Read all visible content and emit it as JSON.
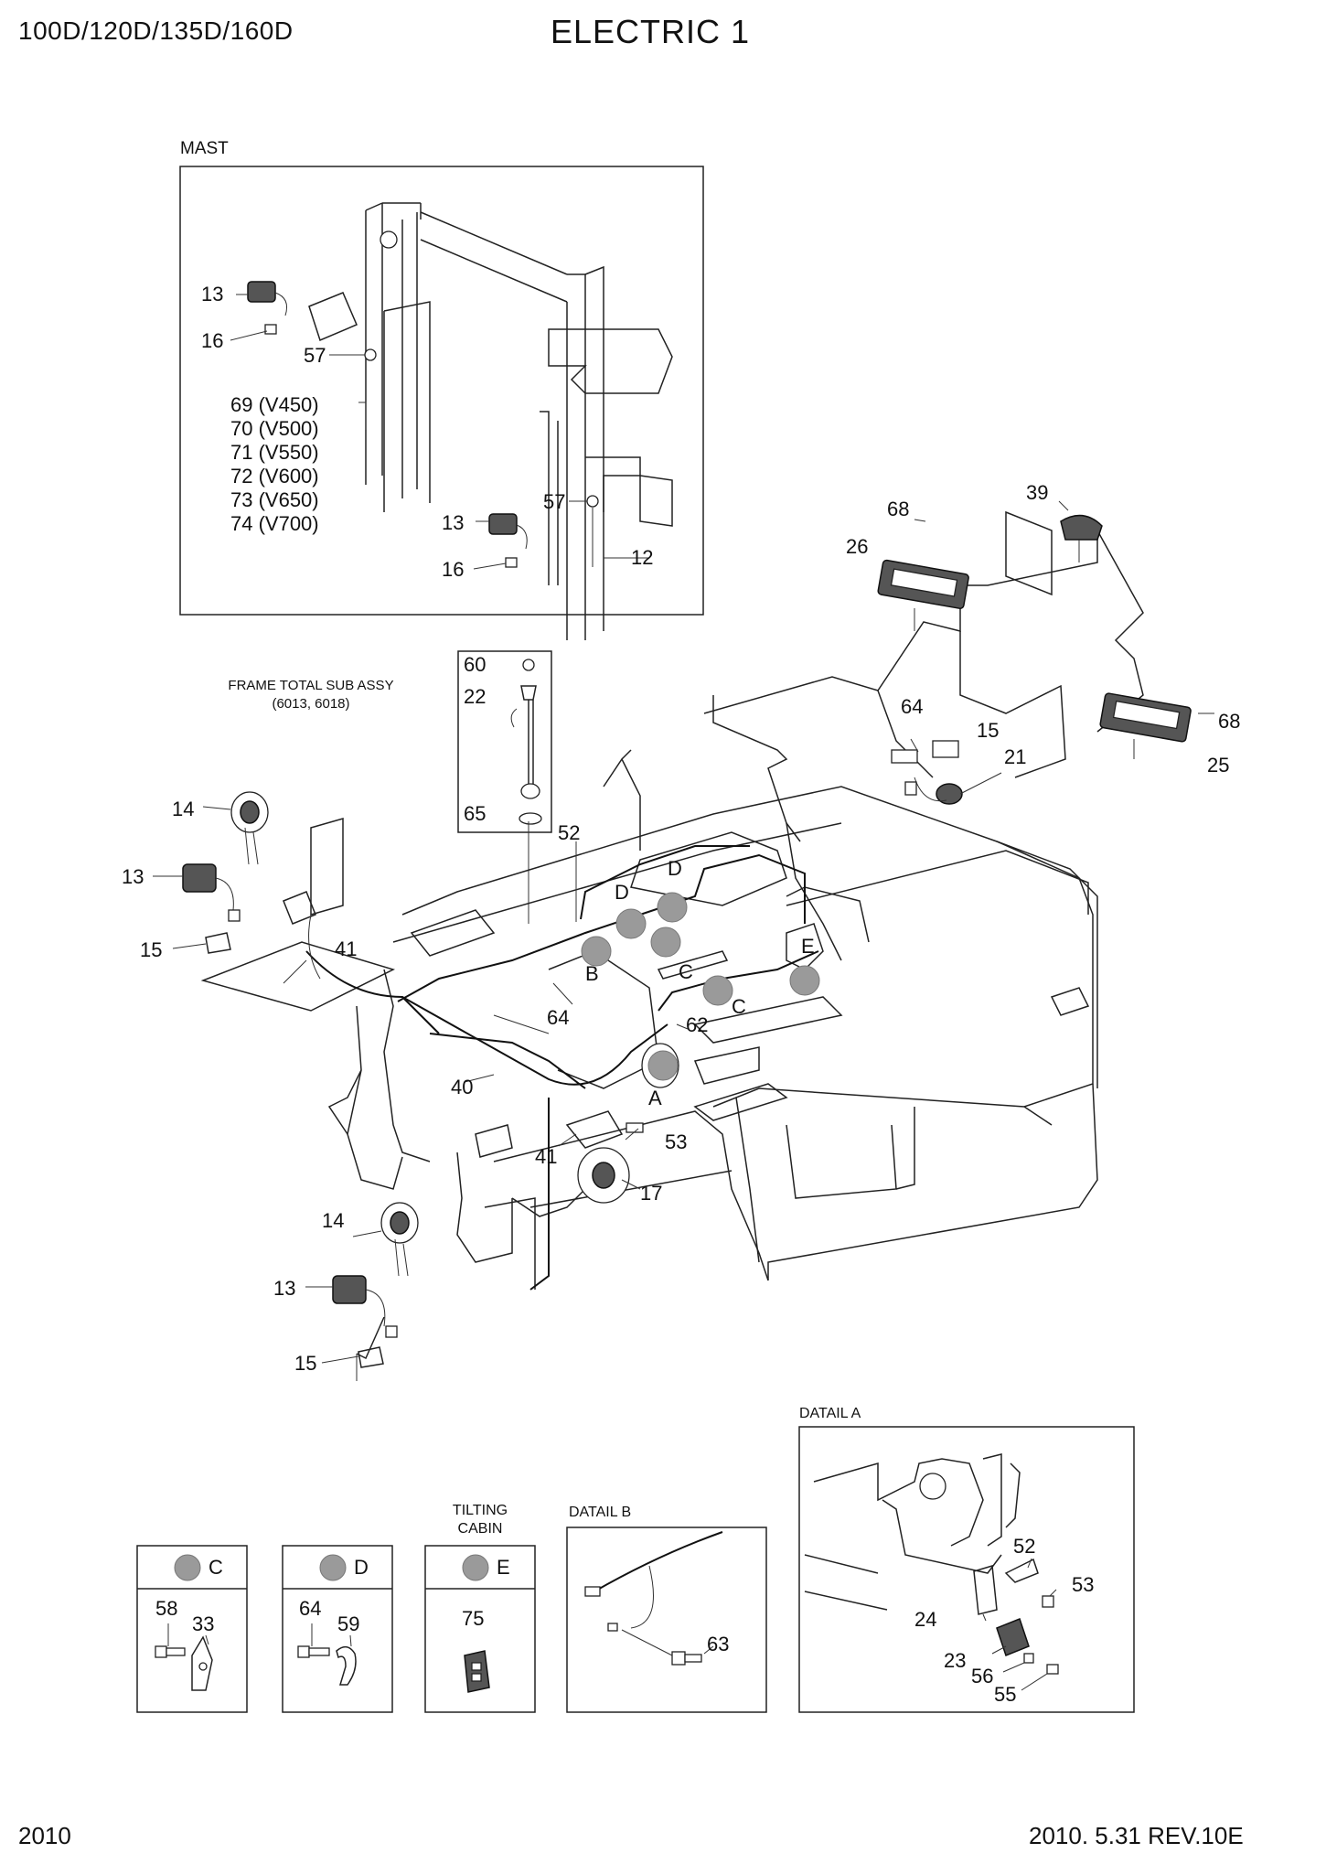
{
  "header": {
    "models": "100D/120D/135D/160D",
    "title": "ELECTRIC 1"
  },
  "footer": {
    "page": "2010",
    "revision": "2010. 5.31  REV.10E"
  },
  "mast": {
    "title": "MAST",
    "callouts": [
      "13",
      "16",
      "57",
      "13",
      "16",
      "57",
      "12"
    ],
    "variants": [
      "69 (V450)",
      "70 (V500)",
      "71 (V550)",
      "72 (V600)",
      "73 (V650)",
      "74 (V700)"
    ]
  },
  "frame_sub_assy": {
    "title": "FRAME TOTAL SUB ASSY",
    "subtitle": "(6013, 6018)",
    "callouts": [
      "60",
      "22",
      "65"
    ]
  },
  "main_callouts": [
    "68",
    "39",
    "26",
    "64",
    "15",
    "21",
    "68",
    "25",
    "14",
    "13",
    "15",
    "41",
    "52",
    "D",
    "D",
    "C",
    "E",
    "B",
    "64",
    "C",
    "62",
    "40",
    "A",
    "53",
    "41",
    "17",
    "14",
    "13",
    "15"
  ],
  "detail_c": {
    "letter": "C",
    "callouts": [
      "58",
      "33"
    ]
  },
  "detail_d": {
    "letter": "D",
    "callouts": [
      "64",
      "59"
    ]
  },
  "detail_e": {
    "heading_line1": "TILTING",
    "heading_line2": "CABIN",
    "letter": "E",
    "callouts": [
      "75"
    ]
  },
  "detail_b": {
    "title": "DATAIL B",
    "callouts": [
      "63"
    ]
  },
  "detail_a": {
    "title": "DATAIL A",
    "callouts": [
      "52",
      "53",
      "24",
      "23",
      "56",
      "55"
    ]
  },
  "colors": {
    "ink": "#111111",
    "marker_fill": "#9a9a9a"
  }
}
